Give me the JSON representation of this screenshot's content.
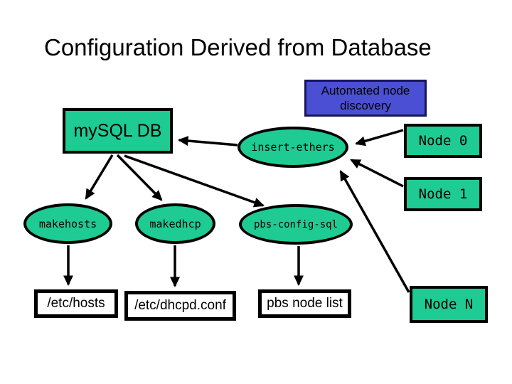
{
  "slide": {
    "title": "Configuration Derived from Database"
  },
  "colors": {
    "shape_green": "#1ecb92",
    "callout_blue_fill": "#4a4fd3",
    "callout_blue_border": "#16165c",
    "outline_black": "#000000",
    "background": "#ffffff"
  },
  "diagram": {
    "callout": {
      "label": "Automated node discovery"
    },
    "database": {
      "label": "mySQL DB"
    },
    "insert_ethers": {
      "label": "insert-ethers"
    },
    "nodes": [
      {
        "label": "Node 0"
      },
      {
        "label": "Node 1"
      },
      {
        "label": "Node N"
      }
    ],
    "generators": [
      {
        "label": "makehosts"
      },
      {
        "label": "makedhcp"
      },
      {
        "label": "pbs-config-sql"
      }
    ],
    "outputs": [
      {
        "label": "/etc/hosts"
      },
      {
        "label": "/etc/dhcpd.conf"
      },
      {
        "label": "pbs node list"
      }
    ],
    "edges": [
      {
        "from": "insert-ethers",
        "to": "mySQL DB"
      },
      {
        "from": "mySQL DB",
        "to": "makehosts"
      },
      {
        "from": "mySQL DB",
        "to": "makedhcp"
      },
      {
        "from": "mySQL DB",
        "to": "pbs-config-sql"
      },
      {
        "from": "makehosts",
        "to": "/etc/hosts"
      },
      {
        "from": "makedhcp",
        "to": "/etc/dhcpd.conf"
      },
      {
        "from": "pbs-config-sql",
        "to": "pbs node list"
      },
      {
        "from": "Node 0",
        "to": "insert-ethers"
      },
      {
        "from": "Node 1",
        "to": "insert-ethers"
      },
      {
        "from": "Node N",
        "to": "insert-ethers"
      }
    ]
  }
}
